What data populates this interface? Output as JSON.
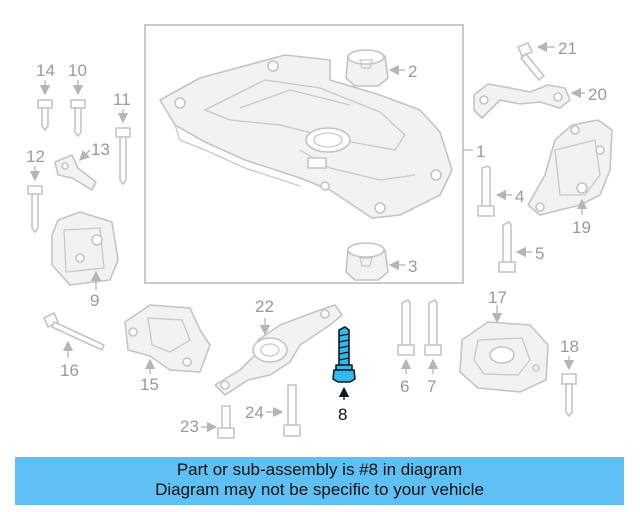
{
  "diagram": {
    "callouts": [
      "1",
      "2",
      "3",
      "4",
      "5",
      "6",
      "7",
      "8",
      "9",
      "10",
      "11",
      "12",
      "13",
      "14",
      "15",
      "16",
      "17",
      "18",
      "19",
      "20",
      "21",
      "22",
      "23",
      "24"
    ],
    "highlighted_part": "8",
    "highlight_color": "#35b7ee",
    "part_line_color": "#c4c4c4"
  },
  "banner": {
    "line1": "Part or sub-assembly is #8 in diagram",
    "line2": "Diagram may not be specific to your vehicle",
    "background": "#5ec0f3"
  }
}
